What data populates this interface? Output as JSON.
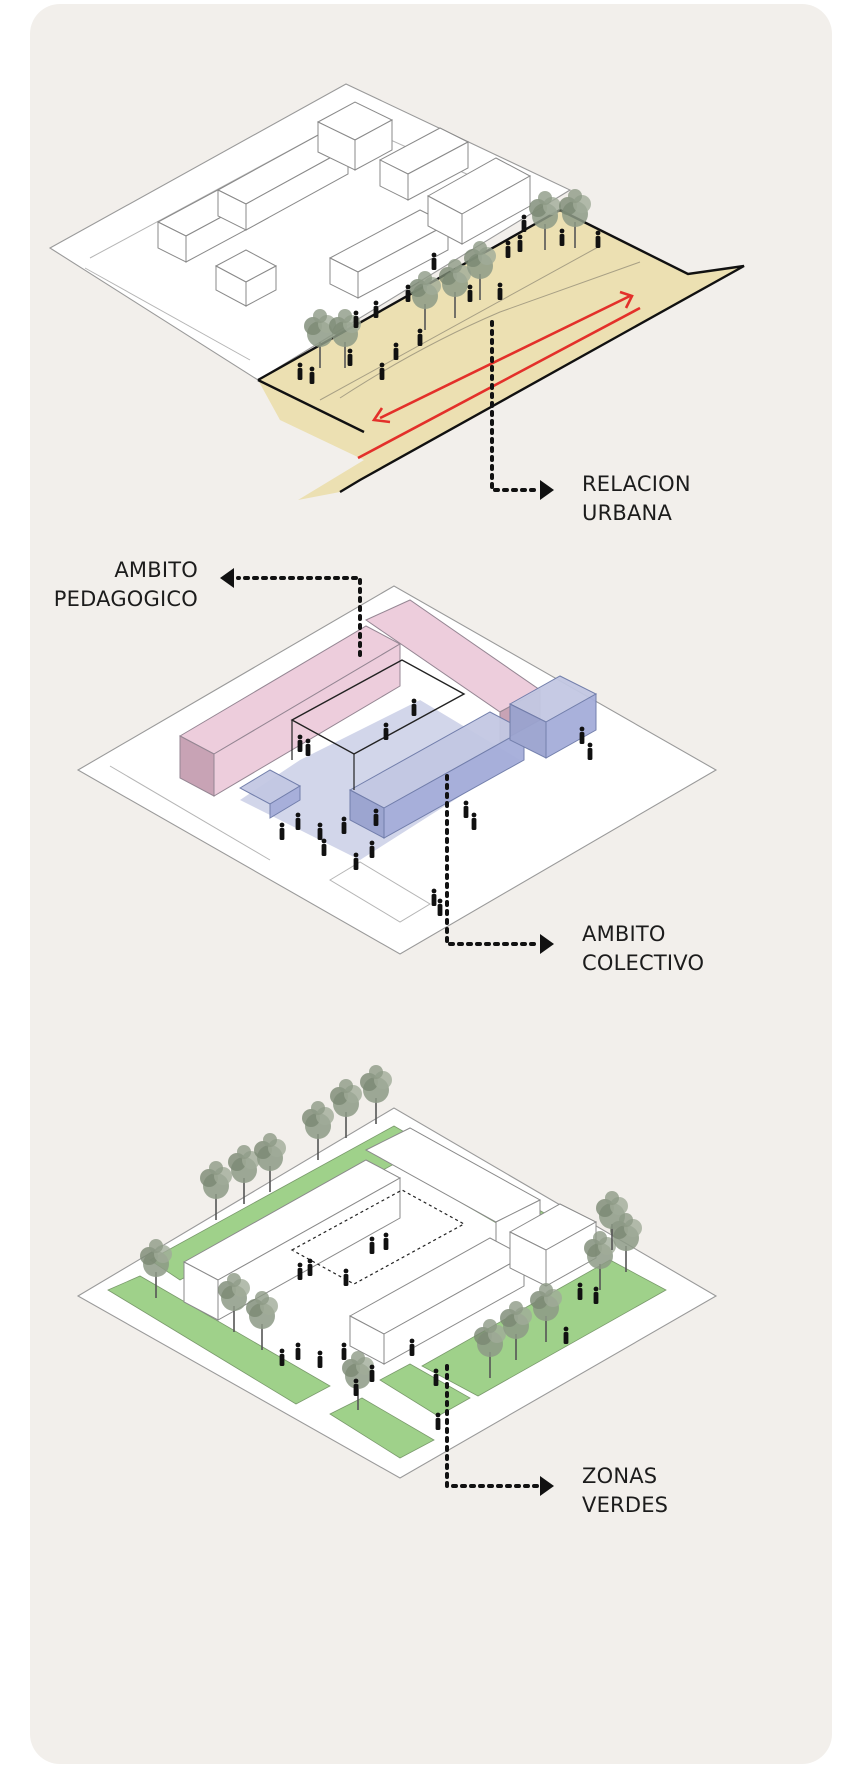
{
  "labels": {
    "relacion_urbana": [
      "RELACION",
      "URBANA"
    ],
    "ambito_pedagogico": [
      "AMBITO",
      "PEDAGOGICO"
    ],
    "ambito_colectivo": [
      "AMBITO",
      "COLECTIVO"
    ],
    "zonas_verdes": [
      "ZONAS",
      "VERDES"
    ]
  },
  "colors": {
    "background": "#f2efeb",
    "urban_plaza": "#ece0b2",
    "circulation_arrow": "#e3302a",
    "pedagogic_zone": "#ecc8d9",
    "collective_zone": "#c3c8e3",
    "green_zone": "#9fd18a",
    "leader_line": "#111111"
  }
}
